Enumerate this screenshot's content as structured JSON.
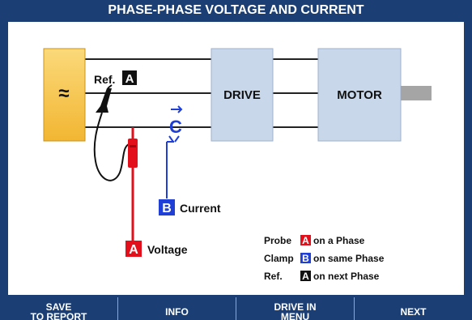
{
  "header": {
    "title": "PHASE-PHASE VOLTAGE AND CURRENT"
  },
  "diagram": {
    "source_symbol": "≈",
    "ref_label": "Ref.",
    "ref_badge": "A",
    "drive_label": "DRIVE",
    "motor_label": "MOTOR",
    "clamp_symbol": "C",
    "clamp_badge": "B",
    "clamp_label": "Current",
    "probe_badge": "A",
    "probe_label": "Voltage",
    "colors": {
      "probe": "#e3101c",
      "clamp": "#1f3fd6",
      "ref": "#111111",
      "source": "#f7c44a",
      "box": "#c9d7ea"
    }
  },
  "legend": {
    "rows": [
      {
        "prefix": "Probe",
        "badge": "A",
        "badge_color": "#e3101c",
        "suffix": "on a Phase"
      },
      {
        "prefix": "Clamp",
        "badge": "B",
        "badge_color": "#1f3fd6",
        "suffix": "on same Phase"
      },
      {
        "prefix": "Ref.",
        "badge": "A",
        "badge_color": "#111111",
        "suffix": "on next Phase"
      }
    ]
  },
  "softkeys": [
    {
      "line1": "SAVE",
      "line2": "TO REPORT"
    },
    {
      "line1": "INFO",
      "line2": ""
    },
    {
      "line1": "DRIVE IN",
      "line2": "MENU"
    },
    {
      "line1": "NEXT",
      "line2": ""
    }
  ]
}
